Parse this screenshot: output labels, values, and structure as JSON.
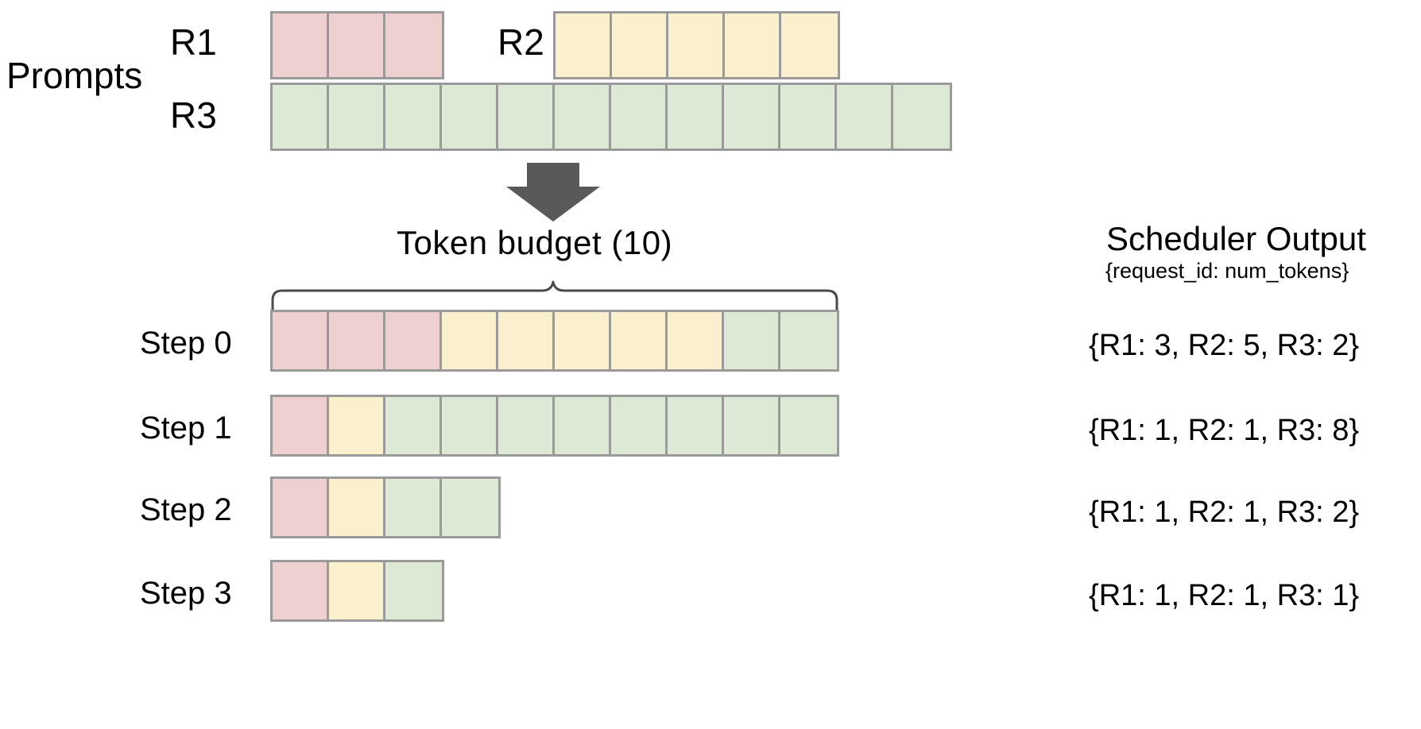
{
  "diagram": {
    "title_prompts": "Prompts",
    "token_budget_label": "Token  budget (10)",
    "scheduler_output_title": "Scheduler Output",
    "scheduler_output_subtitle": "{request_id: num_tokens}",
    "arrow_icon": "down-arrow-icon",
    "brace_icon": "curly-brace-icon",
    "colors": {
      "r1": "#efd0d0",
      "r2": "#faf0cd",
      "r3": "#dde8d5",
      "border": "#9a9a9a",
      "arrow": "#595959",
      "text": "#000000",
      "background": "#ffffff"
    }
  },
  "prompts": {
    "requests": [
      {
        "id": "R1",
        "label": "R1",
        "num_tokens": 3,
        "color_key": "r1"
      },
      {
        "id": "R2",
        "label": "R2",
        "num_tokens": 5,
        "color_key": "r2"
      },
      {
        "id": "R3",
        "label": "R3",
        "num_tokens": 12,
        "color_key": "r3"
      }
    ]
  },
  "token_budget": 10,
  "steps": [
    {
      "label": "Step 0",
      "segments": [
        {
          "request": "R1",
          "count": 3,
          "color_key": "r1"
        },
        {
          "request": "R2",
          "count": 5,
          "color_key": "r2"
        },
        {
          "request": "R3",
          "count": 2,
          "color_key": "r3"
        }
      ],
      "output": "{R1: 3, R2: 5, R3: 2}"
    },
    {
      "label": "Step 1",
      "segments": [
        {
          "request": "R1",
          "count": 1,
          "color_key": "r1"
        },
        {
          "request": "R2",
          "count": 1,
          "color_key": "r2"
        },
        {
          "request": "R3",
          "count": 8,
          "color_key": "r3"
        }
      ],
      "output": "{R1: 1, R2: 1, R3: 8}"
    },
    {
      "label": "Step 2",
      "segments": [
        {
          "request": "R1",
          "count": 1,
          "color_key": "r1"
        },
        {
          "request": "R2",
          "count": 1,
          "color_key": "r2"
        },
        {
          "request": "R3",
          "count": 2,
          "color_key": "r3"
        }
      ],
      "output": "{R1: 1, R2: 1, R3: 2}"
    },
    {
      "label": "Step 3",
      "segments": [
        {
          "request": "R1",
          "count": 1,
          "color_key": "r1"
        },
        {
          "request": "R2",
          "count": 1,
          "color_key": "r2"
        },
        {
          "request": "R3",
          "count": 1,
          "color_key": "r3"
        }
      ],
      "output": "{R1: 1, R2: 1, R3: 1}"
    }
  ]
}
